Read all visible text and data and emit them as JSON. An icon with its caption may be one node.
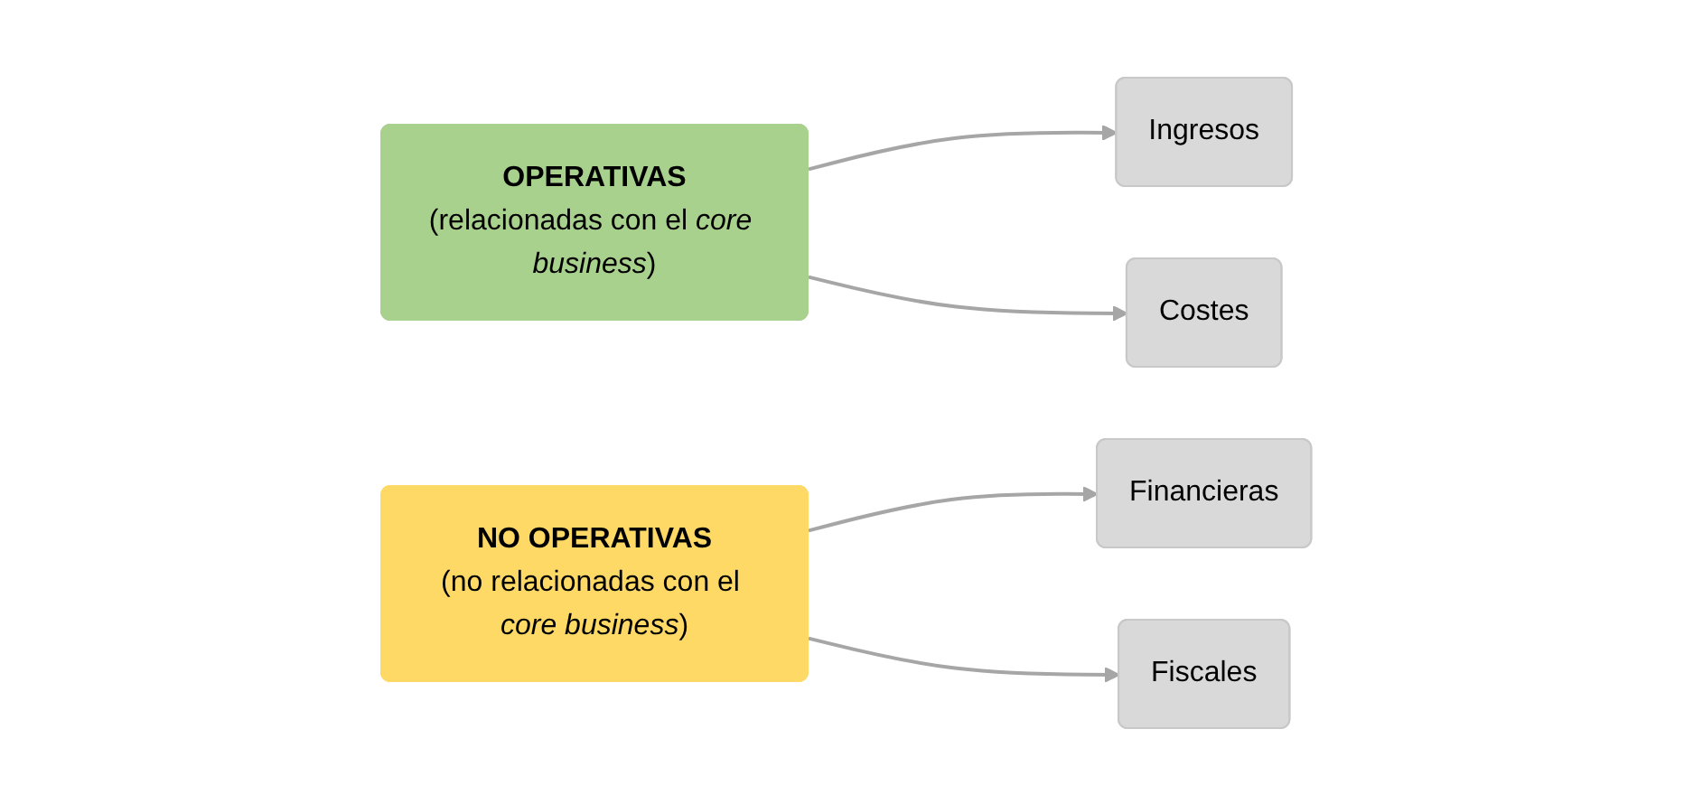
{
  "diagram": {
    "nodes": [
      {
        "text": [
          "OPERATIVAS",
          "(relacionadas con el *core business*)"
        ]
      },
      {
        "text": [
          "Ingresos"
        ]
      },
      {
        "text": [
          "Costes"
        ]
      },
      {
        "text": [
          "NO OPERATIVAS",
          "(no relacionadas con el *core business*)"
        ]
      },
      {
        "text": [
          "Financieras"
        ]
      },
      {
        "text": [
          "Fiscales"
        ]
      }
    ],
    "edges": [
      {
        "from": 0,
        "to": 1,
        "arrow": "to"
      },
      {
        "from": 0,
        "to": 2,
        "arrow": "to"
      },
      {
        "from": 3,
        "to": 4,
        "arrow": "to"
      },
      {
        "from": 3,
        "to": 5,
        "arrow": "to"
      }
    ]
  }
}
